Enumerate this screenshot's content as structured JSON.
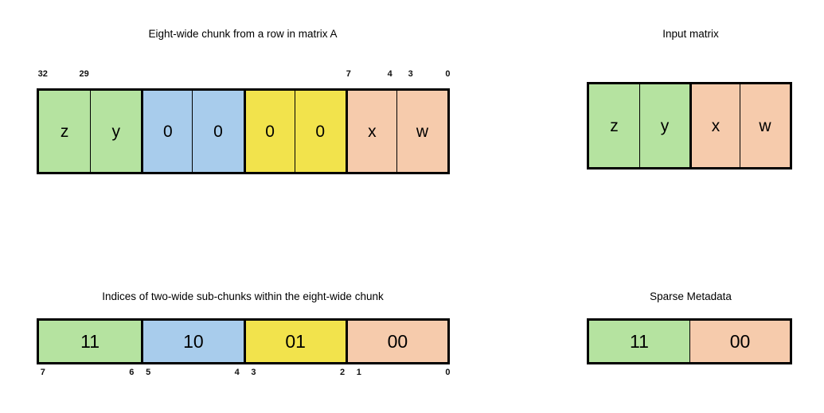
{
  "diagram": {
    "background": "#ffffff",
    "palette": {
      "green": "#b5e3a0",
      "blue": "#a8ccec",
      "yellow": "#f2e34c",
      "peach": "#f6cbac",
      "border": "#000000"
    }
  },
  "chunk_panel": {
    "title": "Eight-wide chunk from a row in matrix A",
    "cells": [
      {
        "label": "z",
        "color": "#b5e3a0",
        "divider": "none"
      },
      {
        "label": "y",
        "color": "#b5e3a0",
        "divider": "thin"
      },
      {
        "label": "0",
        "color": "#a8ccec",
        "divider": "thick"
      },
      {
        "label": "0",
        "color": "#a8ccec",
        "divider": "thin"
      },
      {
        "label": "0",
        "color": "#f2e34c",
        "divider": "thick"
      },
      {
        "label": "0",
        "color": "#f2e34c",
        "divider": "thin"
      },
      {
        "label": "x",
        "color": "#f6cbac",
        "divider": "thick"
      },
      {
        "label": "w",
        "color": "#f6cbac",
        "divider": "thin"
      }
    ],
    "bit_labels": [
      {
        "text": "32",
        "pos_pct": 1.5
      },
      {
        "text": "29",
        "pos_pct": 11.5
      },
      {
        "text": "7",
        "pos_pct": 75.5
      },
      {
        "text": "4",
        "pos_pct": 85.5
      },
      {
        "text": "3",
        "pos_pct": 90.5
      },
      {
        "text": "0",
        "pos_pct": 99.5
      }
    ]
  },
  "input_panel": {
    "title": "Input matrix",
    "cells": [
      {
        "label": "z",
        "color": "#b5e3a0",
        "divider": "none"
      },
      {
        "label": "y",
        "color": "#b5e3a0",
        "divider": "thin"
      },
      {
        "label": "x",
        "color": "#f6cbac",
        "divider": "thick"
      },
      {
        "label": "w",
        "color": "#f6cbac",
        "divider": "thin"
      }
    ]
  },
  "indices_panel": {
    "title": "Indices of two-wide sub-chunks within the eight-wide chunk",
    "cells": [
      {
        "label": "11",
        "color": "#b5e3a0",
        "divider": "none"
      },
      {
        "label": "10",
        "color": "#a8ccec",
        "divider": "thick"
      },
      {
        "label": "01",
        "color": "#f2e34c",
        "divider": "thick"
      },
      {
        "label": "00",
        "color": "#f6cbac",
        "divider": "thick"
      }
    ],
    "bit_labels": [
      {
        "text": "7",
        "pos_pct": 1.5
      },
      {
        "text": "6",
        "pos_pct": 23.0
      },
      {
        "text": "5",
        "pos_pct": 27.0
      },
      {
        "text": "4",
        "pos_pct": 48.5
      },
      {
        "text": "3",
        "pos_pct": 52.5
      },
      {
        "text": "2",
        "pos_pct": 74.0
      },
      {
        "text": "1",
        "pos_pct": 78.0
      },
      {
        "text": "0",
        "pos_pct": 99.5
      }
    ]
  },
  "metadata_panel": {
    "title": "Sparse Metadata",
    "cells": [
      {
        "label": "11",
        "color": "#b5e3a0",
        "divider": "none"
      },
      {
        "label": "00",
        "color": "#f6cbac",
        "divider": "thin"
      }
    ]
  }
}
